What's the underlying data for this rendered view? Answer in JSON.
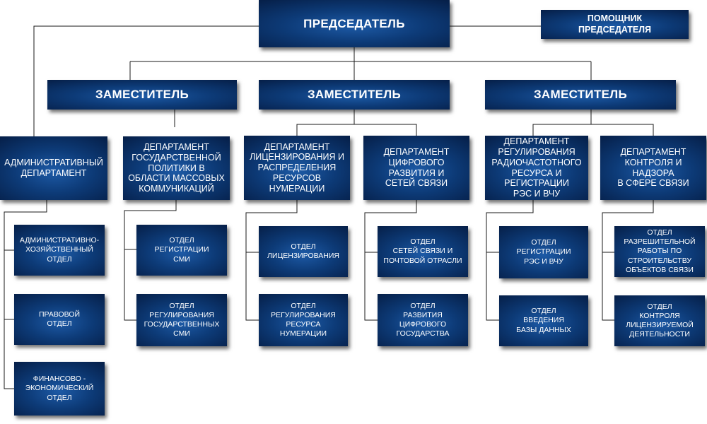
{
  "chairman": "ПРЕДСЕДАТЕЛЬ",
  "assistant": "ПОМОЩНИК\nПРЕДСЕДАТЕЛЯ",
  "deputies": [
    "ЗАМЕСТИТЕЛЬ",
    "ЗАМЕСТИТЕЛЬ",
    "ЗАМЕСТИТЕЛЬ"
  ],
  "departments": [
    {
      "name": "АДМИНИСТРАТИВНЫЙ\nДЕПАРТАМЕНТ",
      "units": [
        "АДМИНИСТРАТИВНО-\nХОЗЯЙСТВЕННЫЙ\nОТДЕЛ",
        "ПРАВОВОЙ\nОТДЕЛ",
        "ФИНАНСОВО -\nЭКОНОМИЧЕСКИЙ\nОТДЕЛ"
      ]
    },
    {
      "name": "ДЕПАРТАМЕНТ\nГОСУДАРСТВЕННОЙ\nПОЛИТИКИ В\nОБЛАСТИ МАССОВЫХ\nКОММУНИКАЦИЙ",
      "units": [
        "ОТДЕЛ\nРЕГИСТРАЦИИ\nСМИ",
        "ОТДЕЛ\nРЕГУЛИРОВАНИЯ\nГОСУДАРСТВЕННЫХ\nСМИ"
      ]
    },
    {
      "name": "ДЕПАРТАМЕНТ\nЛИЦЕНЗИРОВАНИЯ И\nРАСПРЕДЕЛЕНИЯ\nРЕСУРСОВ\nНУМЕРАЦИИ",
      "units": [
        "ОТДЕЛ\nЛИЦЕНЗИРОВАНИЯ",
        "ОТДЕЛ\nРЕГУЛИРОВАНИЯ\nРЕСУРСА\nНУМЕРАЦИИ"
      ]
    },
    {
      "name": "ДЕПАРТАМЕНТ\nЦИФРОВОГО\nРАЗВИТИЯ И\nСЕТЕЙ СВЯЗИ",
      "units": [
        "ОТДЕЛ\nСЕТЕЙ СВЯЗИ И\nПОЧТОВОЙ ОТРАСЛИ",
        "ОТДЕЛ\nРАЗВИТИЯ\nЦИФРОВОГО\nГОСУДАРСТВА"
      ]
    },
    {
      "name": "ДЕПАРТАМЕНТ\nРЕГУЛИРОВАНИЯ\nРАДИОЧАСТОТНОГО\nРЕСУРСА И\nРЕГИСТРАЦИИ\nРЭС И ВЧУ",
      "units": [
        "ОТДЕЛ\nРЕГИСТРАЦИИ\nРЭС И ВЧУ",
        "ОТДЕЛ\nВВЕДЕНИЯ\nБАЗЫ ДАННЫХ"
      ]
    },
    {
      "name": "ДЕПАРТАМЕНТ\nКОНТРОЛЯ И\nНАДЗОРА\nВ СФЕРЕ СВЯЗИ",
      "units": [
        "ОТДЕЛ\nРАЗРЕШИТЕЛЬНОЙ\nРАБОТЫ ПО\nСТРОИТЕЛЬСТВУ\nОБЪЕКТОВ СВЯЗИ",
        "ОТДЕЛ\nКОНТРОЛЯ\nЛИЦЕНЗИРУЕМОЙ\nДЕЯТЕЛЬНОСТИ"
      ]
    }
  ]
}
